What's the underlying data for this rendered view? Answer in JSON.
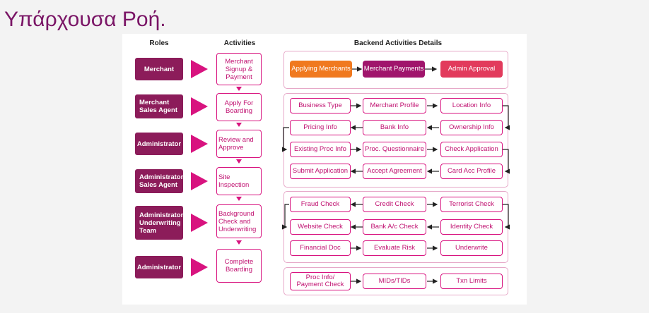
{
  "title": "Υπάρχουσα Ροή.",
  "headers": {
    "roles": "Roles",
    "activities": "Activities",
    "backend": "Backend Activities Details"
  },
  "roles": [
    "Merchant",
    "Merchant\nSales Agent",
    "Administrator",
    "Administrator\nSales Agent",
    "Administrator\nUnderwriting\nTeam",
    "Administrator"
  ],
  "activities": [
    "Merchant\nSignup &\nPayment",
    "Apply For\nBoarding",
    "Review and\nApprove",
    "Site\nInspection",
    "Background\nCheck and\nUnderwriting",
    "Complete\nBoarding"
  ],
  "group1": [
    "Applying Merchants",
    "Merchant Payments",
    "Admin Approval"
  ],
  "group2": {
    "row1": [
      "Business Type",
      "Merchant Profile",
      "Location Info"
    ],
    "row2": [
      "Pricing Info",
      "Bank Info",
      "Ownership Info"
    ],
    "row3": [
      "Existing Proc Info",
      "Proc. Questionnaire",
      "Check Application"
    ],
    "row4": [
      "Submit Application",
      "Accept Agreement",
      "Card Acc Profile"
    ]
  },
  "group3": {
    "row1": [
      "Fraud Check",
      "Credit Check",
      "Terrorist Check"
    ],
    "row2": [
      "Website Check",
      "Bank A/c Check",
      "Identity Check"
    ],
    "row3": [
      "Financial Doc",
      "Evaluate Risk",
      "Underwrite"
    ]
  },
  "group4": [
    "Proc Info/\nPayment Check",
    "MIDs/TIDs",
    "Txn Limits"
  ],
  "colors": {
    "role": "#8c1c5a",
    "accent": "#d8137f",
    "orange": "#f0791f",
    "purple": "#a0156c",
    "red": "#e23a5c",
    "title": "#7a1566"
  }
}
